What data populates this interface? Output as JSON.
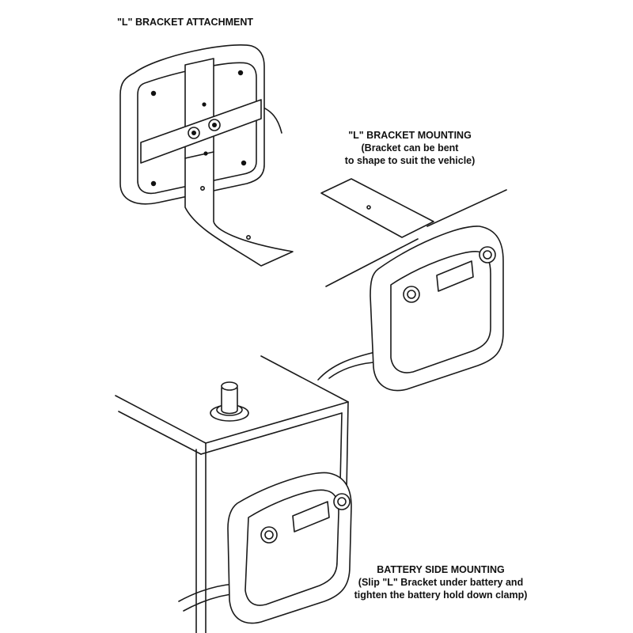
{
  "captions": {
    "bracket_attachment": "\"L\" BRACKET ATTACHMENT",
    "bracket_mounting": {
      "title": "\"L\" BRACKET MOUNTING",
      "line1": "(Bracket can be bent",
      "line2": "to shape to suit the vehicle)"
    },
    "battery_side_mounting": {
      "title": "BATTERY SIDE MOUNTING",
      "line1": "(Slip \"L\" Bracket under battery and",
      "line2": "tighten the battery hold down clamp)"
    }
  },
  "colors": {
    "line": "#1a1a1a",
    "background": "#ffffff"
  }
}
